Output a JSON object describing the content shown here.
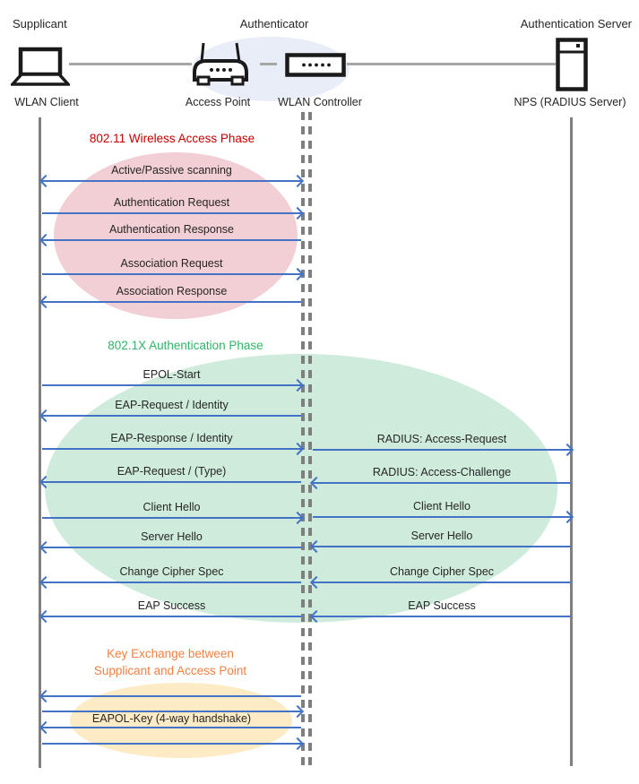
{
  "header": {
    "roles": {
      "supplicant": "Supplicant",
      "authenticator": "Authenticator",
      "auth_server": "Authentication Server"
    },
    "devices": {
      "wlan_client": "WLAN Client",
      "access_point": "Access Point",
      "wlan_controller": "WLAN Controller",
      "nps": "NPS (RADIUS Server)"
    }
  },
  "phase1": {
    "title": "802.11 Wireless Access Phase",
    "title_color": "#C00000",
    "ellipse_color": "#F2CED5",
    "messages": [
      {
        "label": "Active/Passive scanning",
        "dir": "both"
      },
      {
        "label": "Authentication Request",
        "dir": "right"
      },
      {
        "label": "Authentication Response",
        "dir": "left"
      },
      {
        "label": "Association Request",
        "dir": "right"
      },
      {
        "label": "Association Response",
        "dir": "left"
      }
    ]
  },
  "phase2": {
    "title": "802.1X Authentication Phase",
    "title_color": "#2FB467",
    "ellipse_color": "#CEEBDC",
    "client_messages": [
      {
        "label": "EPOL-Start",
        "dir": "right"
      },
      {
        "label": "EAP-Request / Identity",
        "dir": "left"
      },
      {
        "label": "EAP-Response / Identity",
        "dir": "right"
      },
      {
        "label": "EAP-Request / (Type)",
        "dir": "left"
      },
      {
        "label": "Client Hello",
        "dir": "right"
      },
      {
        "label": "Server Hello",
        "dir": "left"
      },
      {
        "label": "Change Cipher Spec",
        "dir": "left"
      },
      {
        "label": "EAP Success",
        "dir": "left"
      }
    ],
    "server_messages": [
      {
        "label": "RADIUS: Access-Request",
        "dir": "right"
      },
      {
        "label": "RADIUS: Access-Challenge",
        "dir": "left"
      },
      {
        "label": "Client Hello",
        "dir": "right"
      },
      {
        "label": "Server Hello",
        "dir": "left"
      },
      {
        "label": "Change Cipher Spec",
        "dir": "left"
      },
      {
        "label": "EAP Success",
        "dir": "left"
      }
    ]
  },
  "phase3": {
    "title_line1": "Key Exchange between",
    "title_line2": "Supplicant and Access Point",
    "title_color": "#ED8144",
    "ellipse_color": "#FCEBC5",
    "messages": [
      {
        "label": "",
        "dir": "left"
      },
      {
        "label": "",
        "dir": "right"
      },
      {
        "label": "EAPOL-Key (4-way handshake)",
        "dir": "left"
      },
      {
        "label": "",
        "dir": "right"
      }
    ]
  },
  "colors": {
    "arrow": "#4472C4",
    "lifeline": "#808080",
    "connector": "#A6A6A6",
    "authenticator_ellipse": "#E9EDF7"
  }
}
